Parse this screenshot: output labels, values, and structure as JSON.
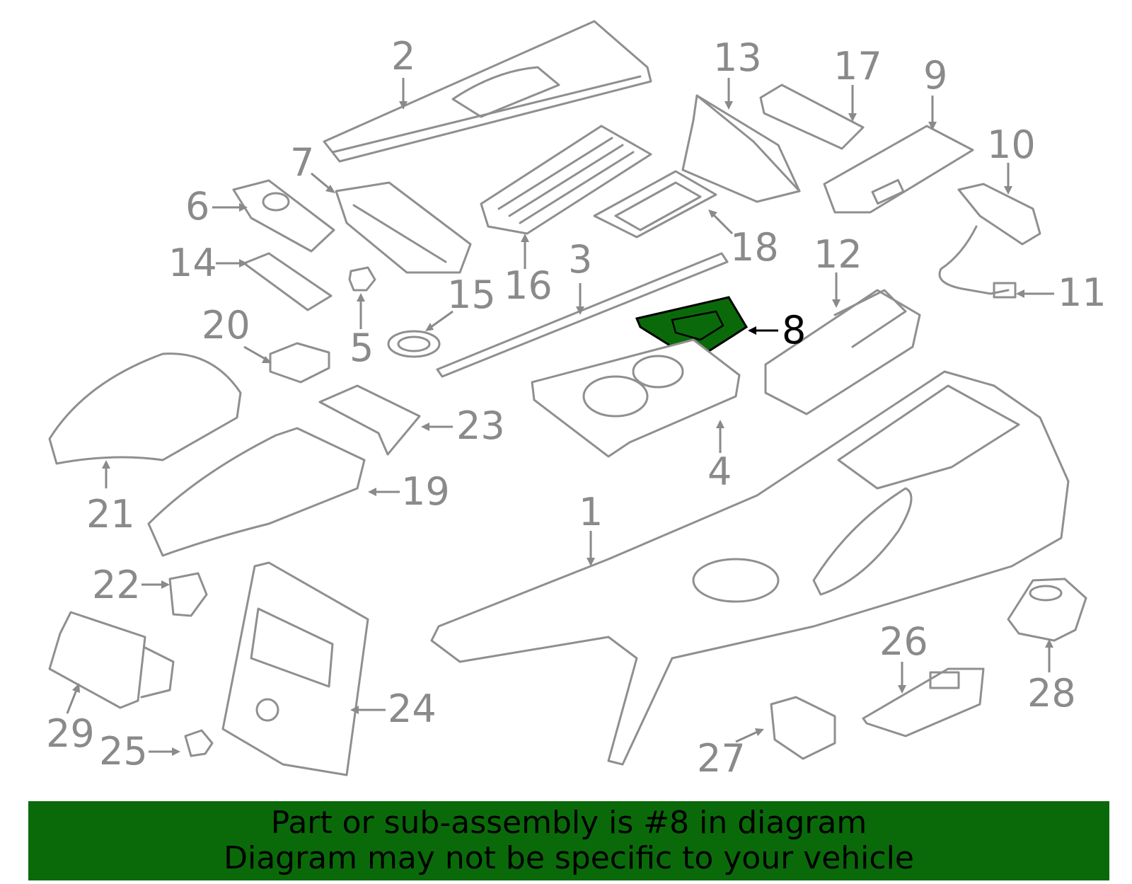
{
  "diagram": {
    "highlight_part": "8",
    "highlight_color": "#0a6a0a",
    "part_line_color": "#8f8f8f",
    "callouts": [
      {
        "id": "1",
        "label": "1"
      },
      {
        "id": "2",
        "label": "2"
      },
      {
        "id": "3",
        "label": "3"
      },
      {
        "id": "4",
        "label": "4"
      },
      {
        "id": "5",
        "label": "5"
      },
      {
        "id": "6",
        "label": "6"
      },
      {
        "id": "7",
        "label": "7"
      },
      {
        "id": "8",
        "label": "8"
      },
      {
        "id": "9",
        "label": "9"
      },
      {
        "id": "10",
        "label": "10"
      },
      {
        "id": "11",
        "label": "11"
      },
      {
        "id": "12",
        "label": "12"
      },
      {
        "id": "13",
        "label": "13"
      },
      {
        "id": "14",
        "label": "14"
      },
      {
        "id": "15",
        "label": "15"
      },
      {
        "id": "16",
        "label": "16"
      },
      {
        "id": "17",
        "label": "17"
      },
      {
        "id": "18",
        "label": "18"
      },
      {
        "id": "19",
        "label": "19"
      },
      {
        "id": "20",
        "label": "20"
      },
      {
        "id": "21",
        "label": "21"
      },
      {
        "id": "22",
        "label": "22"
      },
      {
        "id": "23",
        "label": "23"
      },
      {
        "id": "24",
        "label": "24"
      },
      {
        "id": "25",
        "label": "25"
      },
      {
        "id": "26",
        "label": "26"
      },
      {
        "id": "27",
        "label": "27"
      },
      {
        "id": "28",
        "label": "28"
      },
      {
        "id": "29",
        "label": "29"
      }
    ]
  },
  "banner": {
    "line1": "Part or sub-assembly is #8 in diagram",
    "line2": "Diagram may not be specific to your vehicle",
    "background": "#0a6a0a"
  }
}
